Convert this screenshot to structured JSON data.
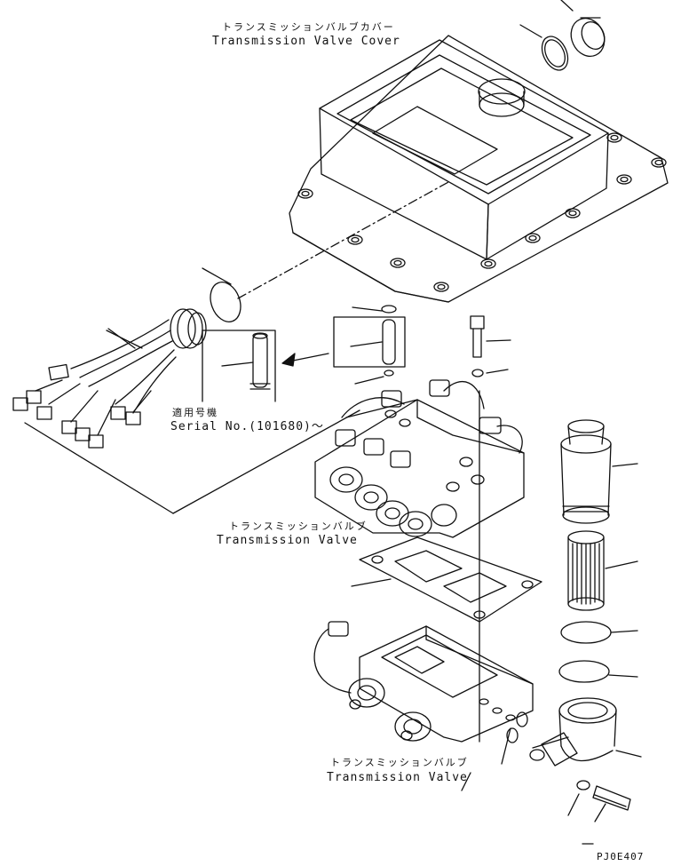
{
  "labels": {
    "cover_jp": "トランスミッションバルブカバー",
    "cover_en": "Transmission Valve Cover",
    "serial_jp": "適用号機",
    "serial_en": "Serial No.(101680)〜",
    "valve_upper_jp": "トランスミッションバルブ",
    "valve_upper_en": "Transmission Valve",
    "valve_lower_jp": "トランスミッションバルブ",
    "valve_lower_en": "Transmission Valve",
    "drawing_code": "PJ0E407"
  }
}
